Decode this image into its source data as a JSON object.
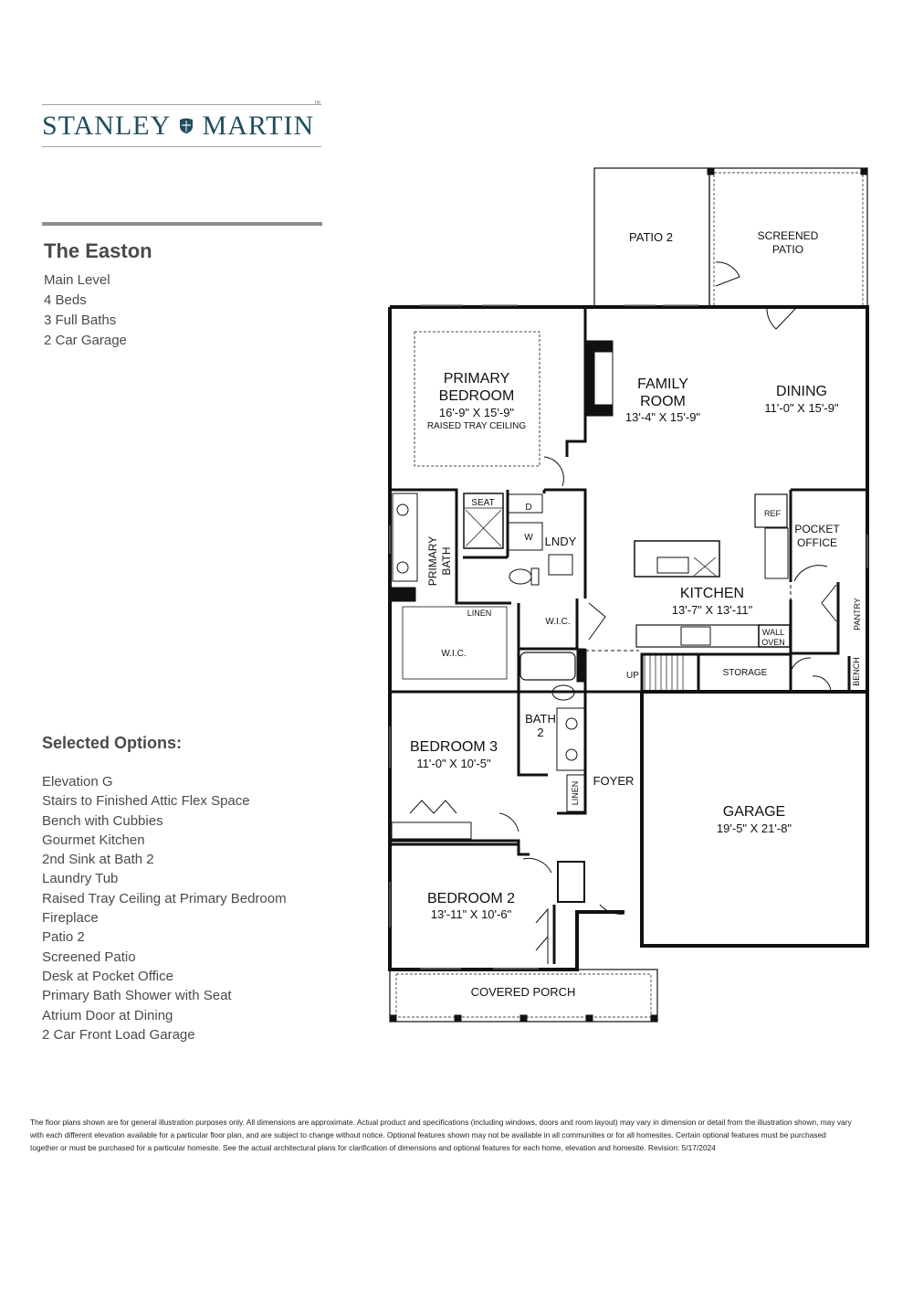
{
  "brand": {
    "name_left": "STANLEY",
    "name_right": "MARTIN",
    "trademark": "™"
  },
  "plan": {
    "title": "The Easton",
    "info": [
      "Main Level",
      "4 Beds",
      "3 Full Baths",
      "2 Car Garage"
    ]
  },
  "options": {
    "heading": "Selected Options:",
    "items": [
      "Elevation G",
      "Stairs to Finished Attic Flex Space",
      "Bench with Cubbies",
      "Gourmet Kitchen",
      "2nd Sink at Bath 2",
      "Laundry Tub",
      "Raised Tray Ceiling at Primary Bedroom",
      "Fireplace",
      "Patio 2",
      "Screened Patio",
      "Desk at Pocket Office",
      "Primary Bath Shower with Seat",
      "Atrium Door at Dining",
      "2 Car Front Load Garage"
    ]
  },
  "rooms": {
    "patio2": "PATIO 2",
    "screened_1": "SCREENED",
    "screened_2": "PATIO",
    "primary_1": "PRIMARY",
    "primary_2": "BEDROOM",
    "primary_dim": "16'-9\" X 15'-9\"",
    "primary_note": "RAISED TRAY CEILING",
    "family_1": "FAMILY",
    "family_2": "ROOM",
    "family_dim": "13'-4\" X 15'-9\"",
    "dining": "DINING",
    "dining_dim": "11'-0\" X 15'-9\"",
    "seat": "SEAT",
    "d": "D",
    "w": "W",
    "lndy": "LNDY",
    "ref": "REF",
    "pocket_1": "POCKET",
    "pocket_2": "OFFICE",
    "primary_bath_1": "PRIMARY",
    "primary_bath_2": "BATH",
    "kitchen": "KITCHEN",
    "kitchen_dim": "13'-7\" X 13'-11\"",
    "pantry": "PANTRY",
    "linen_1": "LINEN",
    "wic_1": "W.I.C.",
    "wic_2": "W.I.C.",
    "wall_1": "WALL",
    "wall_2": "OVEN",
    "up": "UP",
    "storage": "STORAGE",
    "bench": "BENCH",
    "bath2_1": "BATH",
    "bath2_2": "2",
    "bedroom3": "BEDROOM 3",
    "bedroom3_dim": "11'-0\" X 10'-5\"",
    "foyer": "FOYER",
    "linen_2": "LINEN",
    "garage": "GARAGE",
    "garage_dim": "19'-5\" X 21'-8\"",
    "bedroom2": "BEDROOM 2",
    "bedroom2_dim": "13'-11\" X 10'-6\"",
    "porch": "COVERED PORCH"
  },
  "disclaimer": "The floor plans shown are for general illustration purposes only. All dimensions are approximate. Actual product and specifications (including windows, doors and room layout) may vary in dimension or detail from the illustration shown, may vary with each different elevation available for a particular floor plan, and are subject to change without notice. Optional features shown may not be available in all communities or for all homesites. Certain optional features must be purchased together or must be purchased for a particular homesite. See the actual architectural plans for clarification of dimensions and optional features for each home, elevation and homesite. Revision: 5/17/2024",
  "colors": {
    "brand": "#1f4d5c",
    "wall": "#111111",
    "text": "#4a4a4a",
    "rule": "#8c8c8c"
  }
}
